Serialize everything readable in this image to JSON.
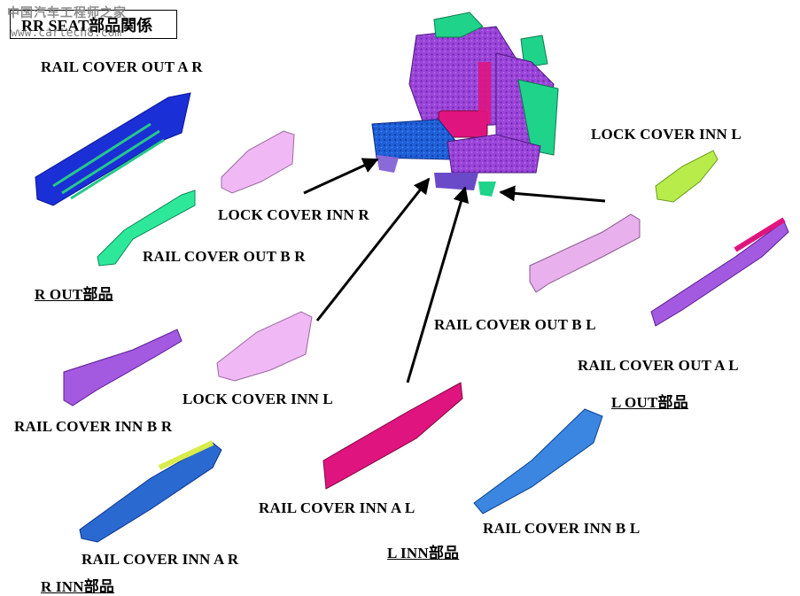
{
  "header": {
    "title": "RR SEAT部品関係",
    "watermark_cn": "中国汽车工程师之家",
    "watermark_url": "www.cartech8.com"
  },
  "parts": {
    "rail_cover_out_a_r": "RAIL COVER OUT A R",
    "lock_cover_inn_r": "LOCK COVER INN R",
    "rail_cover_out_b_r": "RAIL COVER OUT B R",
    "lock_cover_inn_l_top": "LOCK COVER INN L",
    "rail_cover_out_b_l": "RAIL COVER OUT B L",
    "rail_cover_out_a_l": "RAIL COVER OUT A L",
    "lock_cover_inn_l": "LOCK COVER INN L",
    "rail_cover_inn_b_r": "RAIL COVER INN B R",
    "rail_cover_inn_a_l": "RAIL COVER INN A L",
    "rail_cover_inn_b_l": "RAIL COVER INN B L",
    "rail_cover_inn_a_r": "RAIL COVER INN A R"
  },
  "groups": {
    "r_out": "R OUT部品",
    "l_out": "L OUT部品",
    "l_inn": "L INN部品",
    "r_inn": "R INN部品"
  },
  "colors": {
    "blue_part": "#1a2fd6",
    "green_part": "#2ee89a",
    "pink_part": "#e8b0ec",
    "purple_part": "#a45ae0",
    "magenta_part": "#e0147e",
    "lime_part": "#b8ec4a",
    "steel_blue_part": "#3a86e0",
    "seat_purple": "#9a45d8",
    "seat_green": "#1fd38a",
    "seat_blue": "#1f5fd8"
  }
}
